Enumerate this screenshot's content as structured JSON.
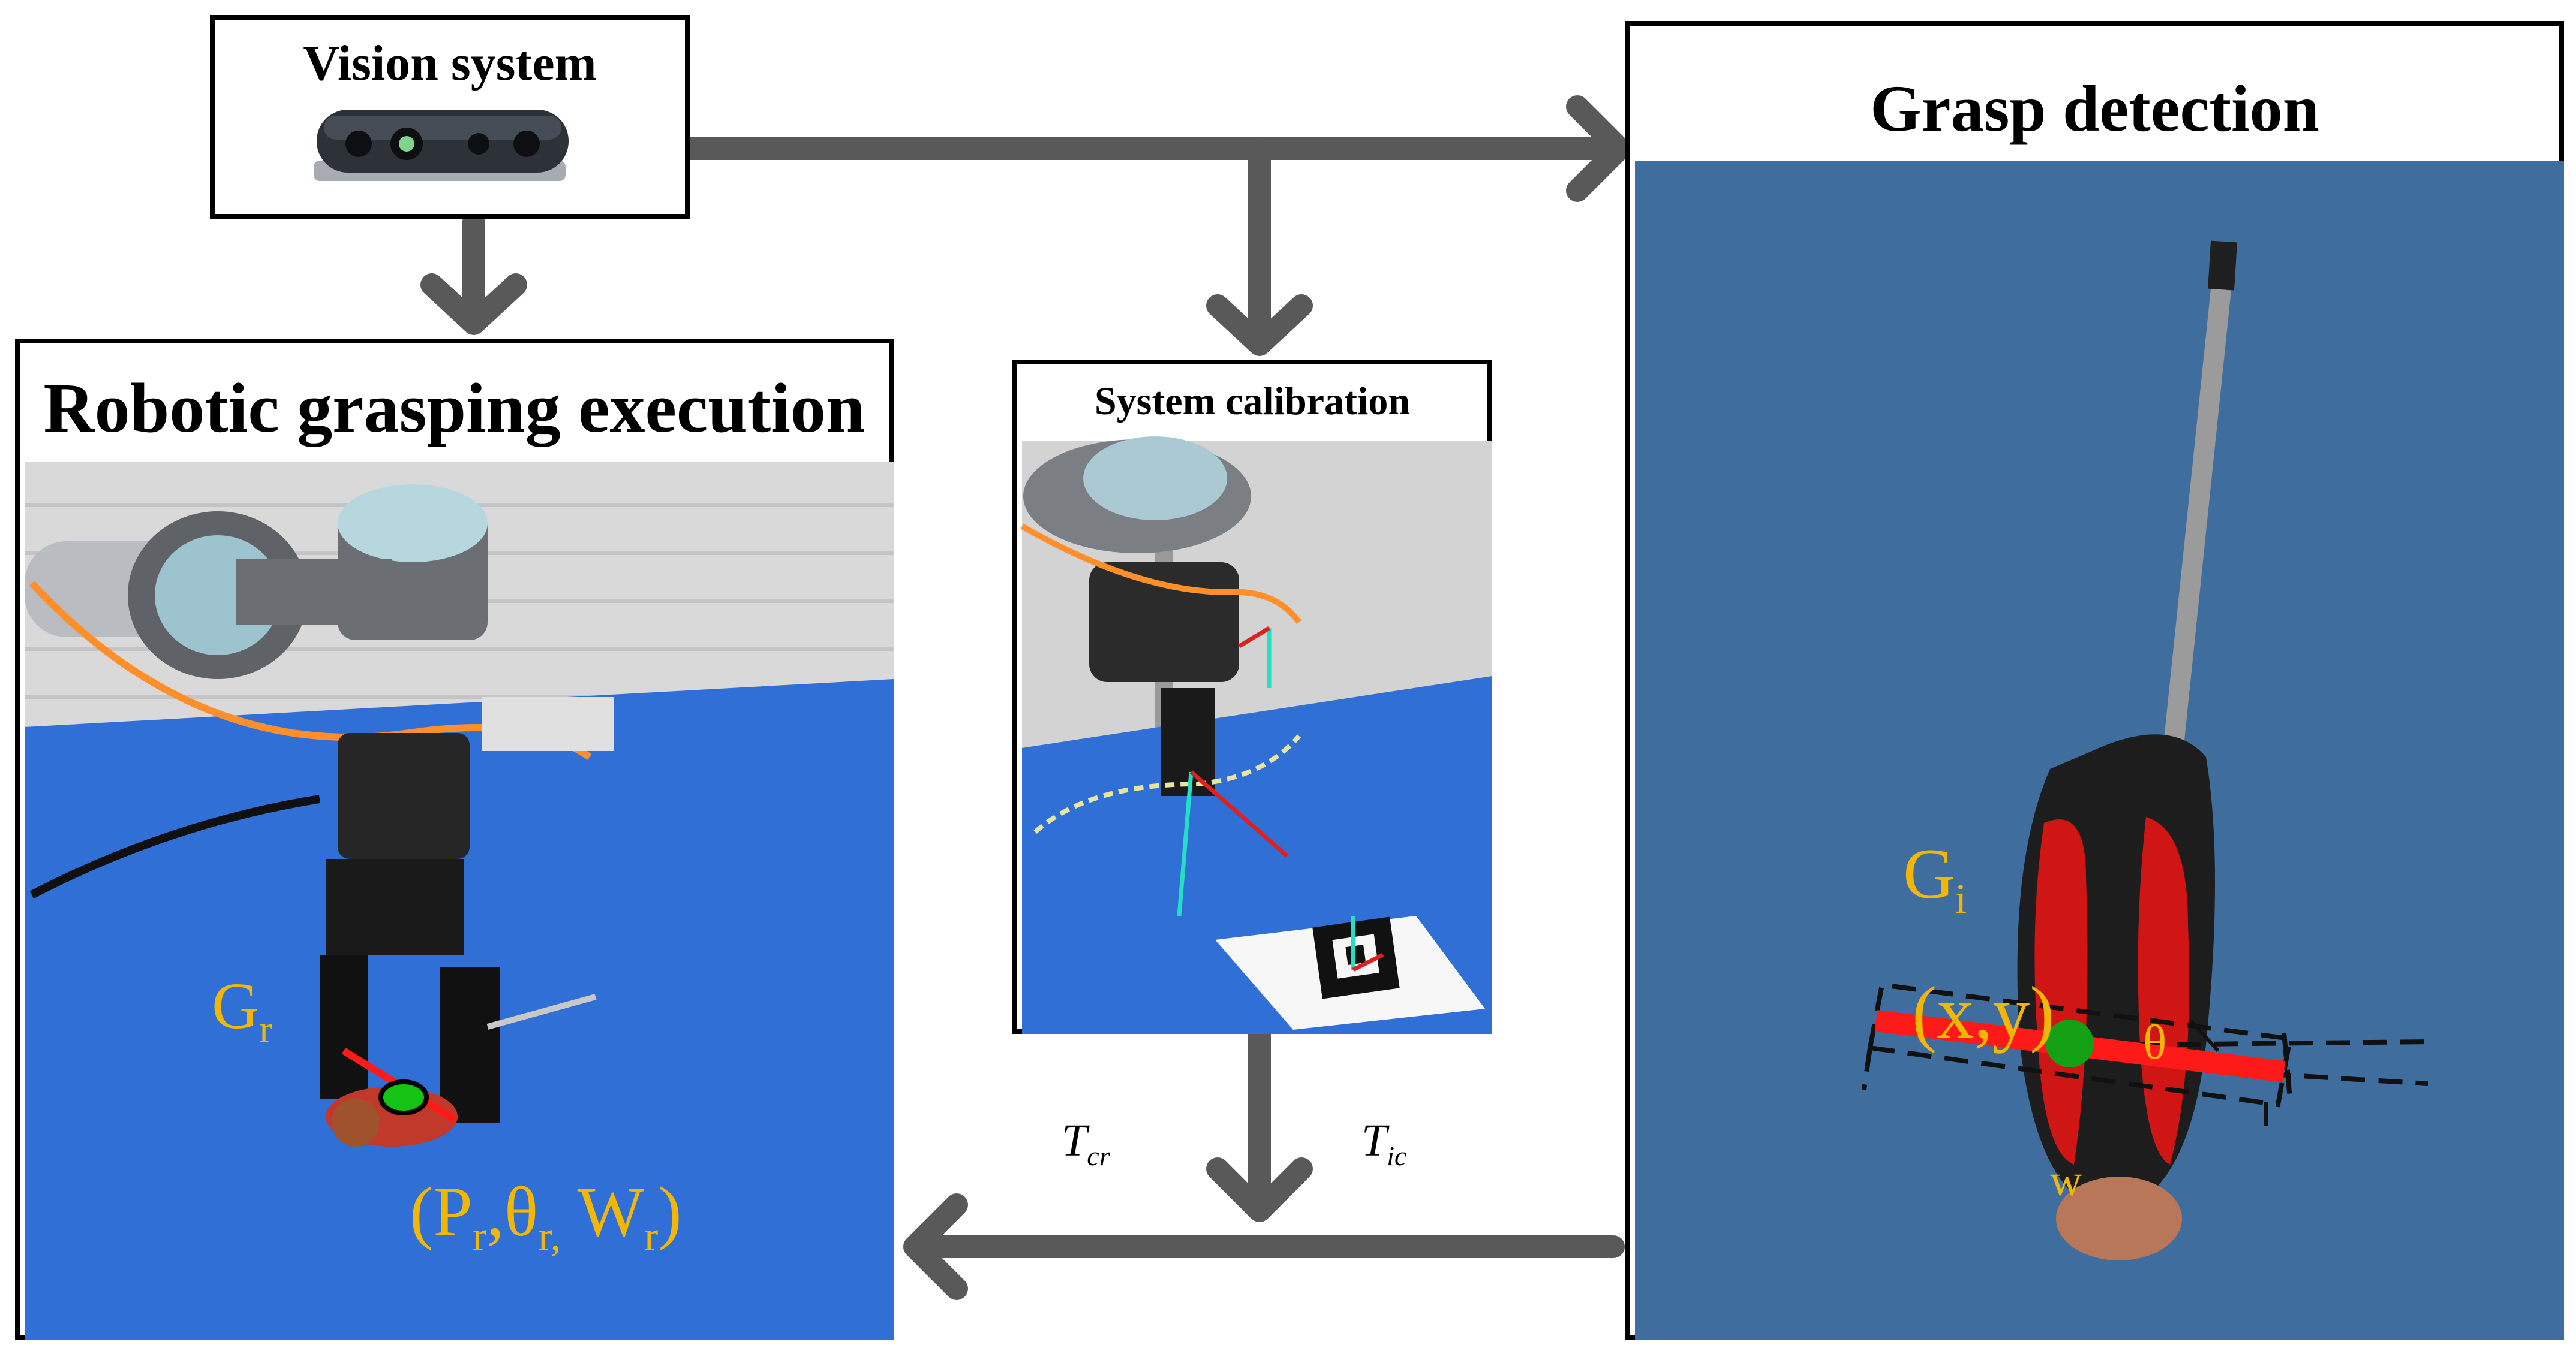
{
  "vision_system": {
    "title": "Vision system",
    "icon": "depth-camera-icon"
  },
  "robotic_execution": {
    "title": "Robotic grasping execution",
    "grasp_label_main": "G",
    "grasp_label_sub": "r",
    "pose_open": "(P",
    "pose_sub1": "r",
    "pose_theta": ",θ",
    "pose_sub2": "r,",
    "pose_w": " W",
    "pose_sub3": "r",
    "pose_close": ")"
  },
  "system_calibration": {
    "title": "System calibration"
  },
  "grasp_detection": {
    "title": "Grasp detection",
    "grasp_label_main": "G",
    "grasp_label_sub": "i",
    "position_label": "(x,y)",
    "angle_label": "θ",
    "width_label": "w"
  },
  "transforms": {
    "t_cr_main": "T",
    "t_cr_sub": "cr",
    "t_ic_main": "T",
    "t_ic_sub": "ic"
  },
  "colors": {
    "arrow": "#595959",
    "label_gold": "#f2b705",
    "table_blue": "#2f6fd6",
    "grasp_red": "#ff1a1a",
    "grasp_center": "#1a8f1a",
    "detection_bg": "#3f6e9e"
  }
}
